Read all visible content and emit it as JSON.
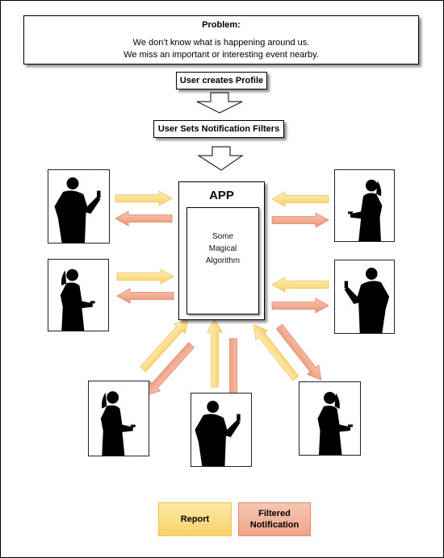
{
  "problem": {
    "title": "Problem:",
    "line1": "We don’t know what is happening around us.",
    "line2": "We miss an important or interesting event nearby."
  },
  "steps": {
    "create_profile": "User creates Profile",
    "set_filters": "User Sets Notification Filters"
  },
  "app": {
    "title": "APP",
    "algorithm": "Some\nMagical\nAlgorithm"
  },
  "legend": {
    "report": "Report",
    "filtered_notification": "Filtered\nNotification"
  },
  "colors": {
    "report_arrow": "#f9d97a",
    "notification_arrow": "#ef9f82"
  },
  "users": [
    "man",
    "woman",
    "woman",
    "man",
    "woman",
    "man",
    "woman"
  ]
}
